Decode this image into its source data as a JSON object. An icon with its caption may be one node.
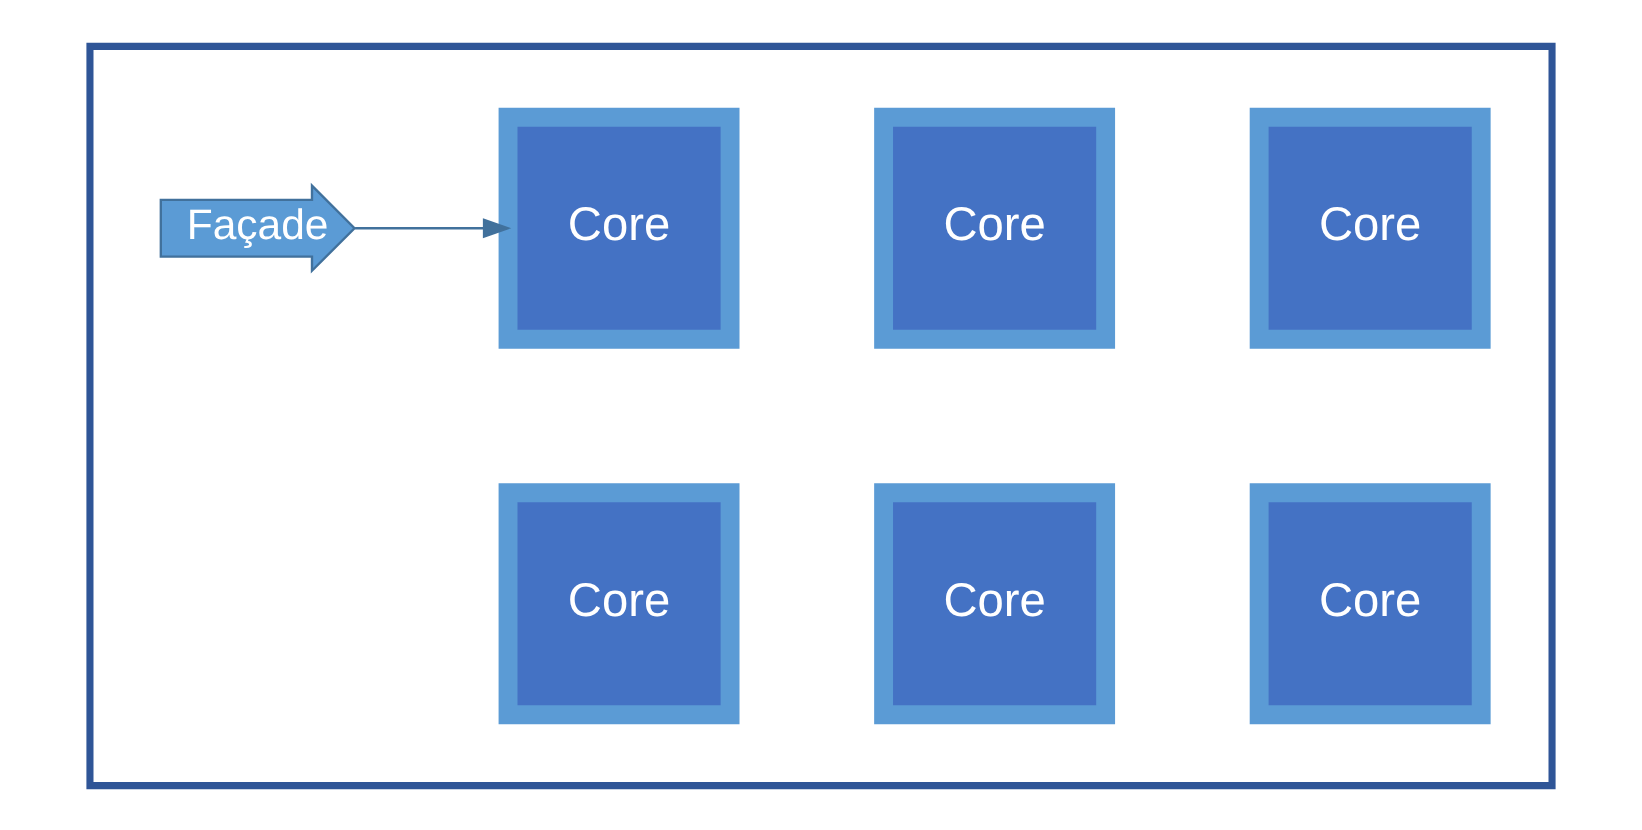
{
  "diagram": {
    "nodes": [
      {
        "text": [],
        "shape": "box"
      },
      {
        "text": [
          "Façade"
        ],
        "in": 0
      },
      {
        "text": [
          "Core"
        ],
        "in": 0
      },
      {
        "text": [
          "Core"
        ],
        "in": 0
      },
      {
        "text": [
          "Core"
        ],
        "in": 0
      },
      {
        "text": [
          "Core"
        ],
        "in": 0
      },
      {
        "text": [
          "Core"
        ],
        "in": 0
      },
      {
        "text": [
          "Core"
        ],
        "in": 0
      }
    ],
    "edges": [
      {
        "from": 1,
        "to": 2,
        "arrow": "to"
      }
    ]
  }
}
